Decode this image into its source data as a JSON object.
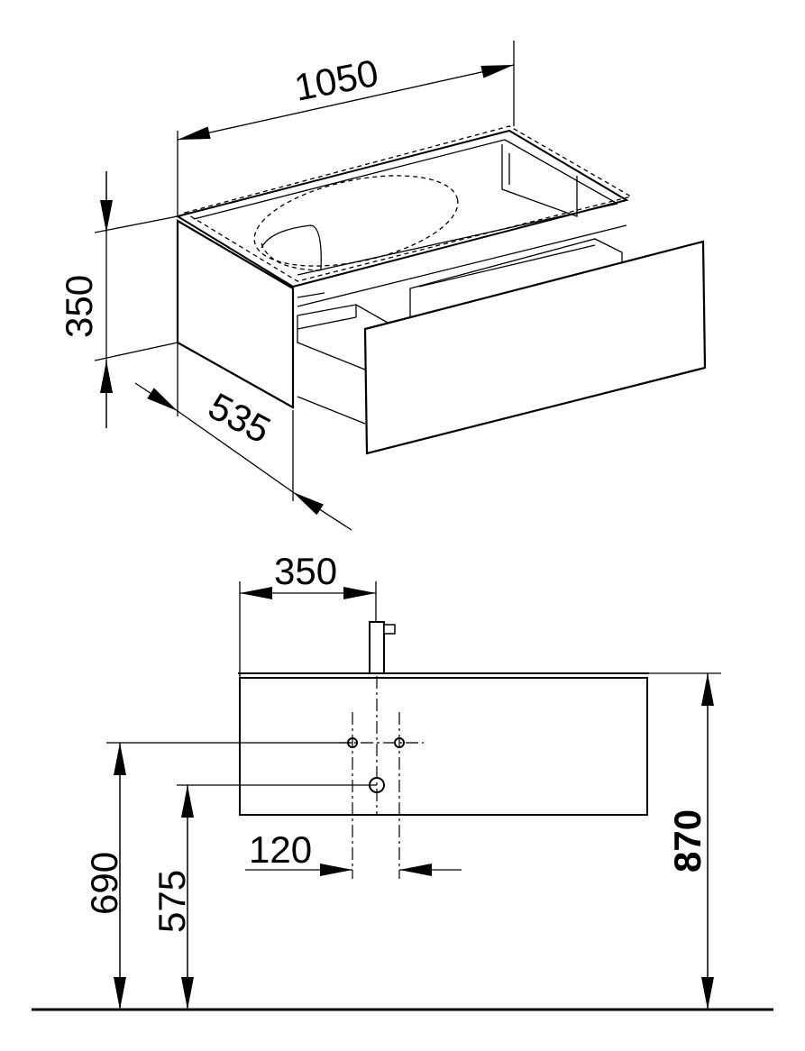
{
  "title": "Vanity unit with drawer – dimension drawing",
  "dimensions": {
    "iso_width": "1050",
    "iso_height": "350",
    "iso_depth": "535",
    "front_tap_offset": "350",
    "front_hole_spacing": "120",
    "front_height_upper_holes": "690",
    "front_height_drain": "575",
    "front_total_height": "870"
  }
}
